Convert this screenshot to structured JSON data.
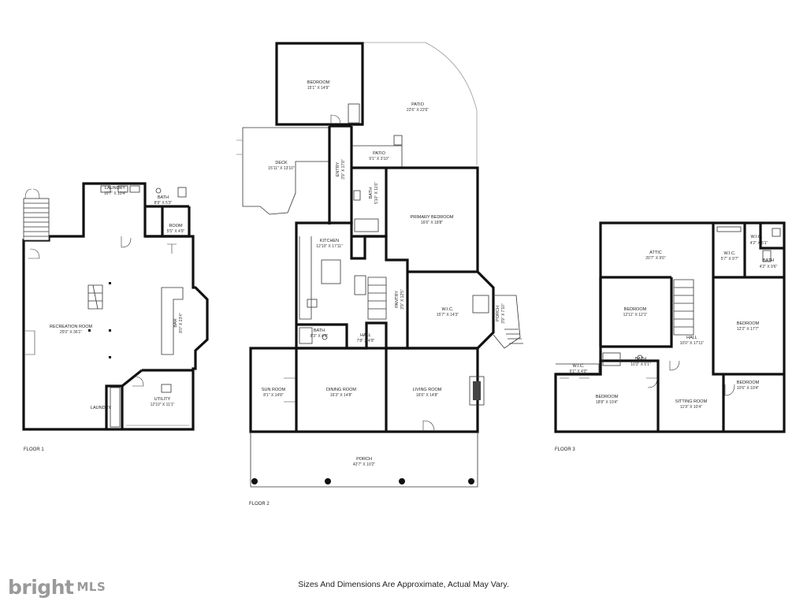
{
  "floors": [
    {
      "label": "FLOOR 1"
    },
    {
      "label": "FLOOR 2"
    },
    {
      "label": "FLOOR 3"
    }
  ],
  "rooms": {
    "f1_laundry": {
      "name": "LAUNDRY",
      "dim": "10'7\" X 10'4\""
    },
    "f1_bath": {
      "name": "BATH",
      "dim": "8'9\" X 5'3\""
    },
    "f1_room": {
      "name": "ROOM",
      "dim": "5'5\" X 4'9\""
    },
    "f1_recreation": {
      "name": "RECREATION ROOM",
      "dim": "25'0\" X 36'1\""
    },
    "f1_bar": {
      "name": "BAR",
      "dim": "8'0\" X 23'4\""
    },
    "f1_laundry2": {
      "name": "LAUNDRY",
      "dim": ""
    },
    "f1_utility": {
      "name": "UTILITY",
      "dim": "12'10\" X 11'1\""
    },
    "f2_bedroom": {
      "name": "BEDROOM",
      "dim": "15'1\" X 14'9\""
    },
    "f2_patio": {
      "name": "PATIO",
      "dim": "22'6\" X 22'6\""
    },
    "f2_deck": {
      "name": "DECK",
      "dim": "15'11\" X 13'10\""
    },
    "f2_entry": {
      "name": "ENTRY",
      "dim": "3'9\" X 17'8\""
    },
    "f2_patio_small": {
      "name": "PATIO",
      "dim": "9'1\" X 3'10\""
    },
    "f2_bath": {
      "name": "BATH",
      "dim": "5'10\" X 11'6\""
    },
    "f2_primary": {
      "name": "PRIMARY BEDROOM",
      "dim": "16'6\" X 18'8\""
    },
    "f2_kitchen": {
      "name": "KITCHEN",
      "dim": "12'10\" X 17'11\""
    },
    "f2_pantry": {
      "name": "PANTRY",
      "dim": "3'9\" X 12'5\""
    },
    "f2_wic": {
      "name": "W.I.C.",
      "dim": "15'7\" X 14'3\""
    },
    "f2_porch_small": {
      "name": "PORCH",
      "dim": "3'9\" X 7'10\""
    },
    "f2_bath2": {
      "name": "BATH",
      "dim": "8'3\" X 4'9\""
    },
    "f2_hall": {
      "name": "HALL",
      "dim": "7'8\" X 4'9\""
    },
    "f2_sunroom": {
      "name": "SUN ROOM",
      "dim": "8'1\" X 14'8\""
    },
    "f2_dining": {
      "name": "DINING ROOM",
      "dim": "16'3\" X 14'8\""
    },
    "f2_living": {
      "name": "LIVING ROOM",
      "dim": "16'6\" X 14'8\""
    },
    "f2_porch": {
      "name": "PORCH",
      "dim": "42'7\" X 10'2\""
    },
    "f3_attic": {
      "name": "ATTIC",
      "dim": "20'7\" X 9'6\""
    },
    "f3_wic": {
      "name": "W.I.C.",
      "dim": "5'7\" X 9'7\""
    },
    "f3_wic_small": {
      "name": "W.I.C.",
      "dim": "4'2\" X 5'1\""
    },
    "f3_bath": {
      "name": "BATH",
      "dim": "4'2\" X 9'6\""
    },
    "f3_bedroom_a": {
      "name": "BEDROOM",
      "dim": "12'11\" X 12'1\""
    },
    "f3_hall": {
      "name": "HALL",
      "dim": "10'0\" X 17'11\""
    },
    "f3_bedroom_b": {
      "name": "BEDROOM",
      "dim": "12'2\" X 17'7\""
    },
    "f3_wic2": {
      "name": "W.I.C.",
      "dim": "6'1\" X 4'0\""
    },
    "f3_bath2": {
      "name": "BATH",
      "dim": "10'3\" X 5'1\""
    },
    "f3_bedroom_c": {
      "name": "BEDROOM",
      "dim": "18'8\" X 10'4\""
    },
    "f3_sitting": {
      "name": "SITTING ROOM",
      "dim": "11'9\" X 10'4\""
    },
    "f3_bedroom_d": {
      "name": "BEDROOM",
      "dim": "10'6\" X 10'4\""
    }
  },
  "disclaimer": "Sizes And Dimensions Are Approximate, Actual May Vary.",
  "brand": {
    "name": "bright",
    "suffix": "MLS",
    "color": "#9a9a9a"
  }
}
